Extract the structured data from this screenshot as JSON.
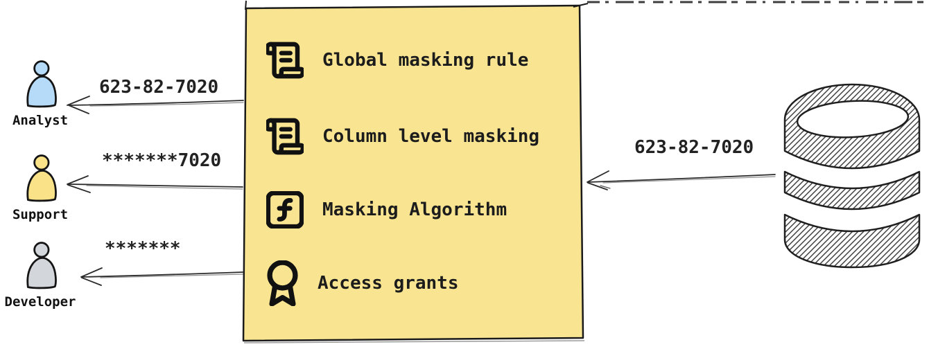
{
  "personas": [
    {
      "name": "Analyst",
      "masked_value": "623-82-7020",
      "fill": "#B5DBF8",
      "icon": "person-icon"
    },
    {
      "name": "Support",
      "masked_value": "*******7020",
      "fill": "#FAE289",
      "icon": "person-icon"
    },
    {
      "name": "Developer",
      "masked_value": "*******",
      "fill": "#D3D7DC",
      "icon": "person-icon"
    }
  ],
  "masking_box": {
    "fill": "#F9E591",
    "border": "#1a1a1a",
    "items": [
      {
        "label": "Global masking rule",
        "icon": "scroll-text-icon"
      },
      {
        "label": "Column level masking",
        "icon": "scroll-text-icon"
      },
      {
        "label": "Masking Algorithm",
        "icon": "function-square-icon"
      },
      {
        "label": "Access grants",
        "icon": "award-icon"
      }
    ]
  },
  "source": {
    "icon": "database-icon",
    "value_sent": "623-82-7020"
  }
}
